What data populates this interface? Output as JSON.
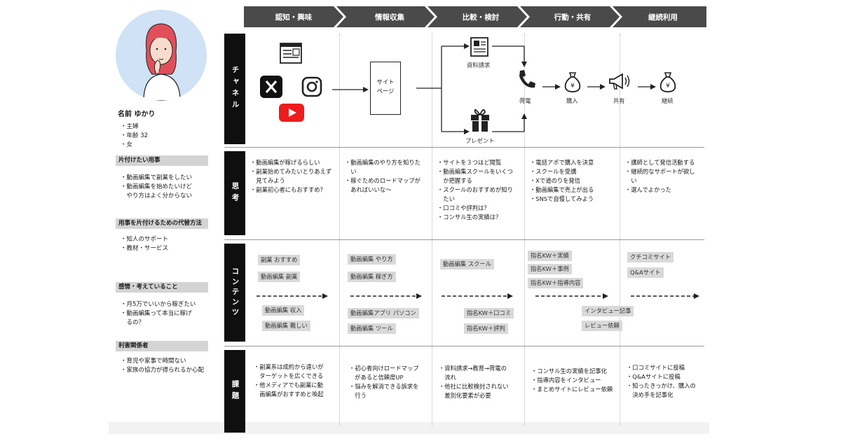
{
  "persona": {
    "name": "名前 ゆかり",
    "attributes": [
      "・主婦",
      "・年齢 32",
      "・女"
    ],
    "sections": [
      {
        "title": "片付けたい用事",
        "items": [
          "・動画編集で副業をしたい",
          "・動画編集を始めたいけど",
          "　やり方はよく分からない"
        ]
      },
      {
        "title": "用事を片付けるための代替方法",
        "items": [
          "・知人のサポート",
          "・教材・サービス"
        ]
      },
      {
        "title": "感情・考えていること",
        "items": [
          "・月5万でいいから稼ぎたい",
          "・動画編集って本当に稼げ",
          "　るの？"
        ]
      },
      {
        "title": "利害関係者",
        "items": [
          "・育児や家事で時間ない",
          "・家族の協力が得られるか心配"
        ]
      }
    ]
  },
  "stages": [
    "認知・興味",
    "情報収集",
    "比較・検討",
    "行動・共有",
    "継続利用"
  ],
  "rows": {
    "channel": "チャネル",
    "thinking": "思考",
    "content": "コンテンツ",
    "issues": "課題"
  },
  "channel": {
    "site_page": "サイト\nページ",
    "request_docs": "資料請求",
    "present": "プレゼント",
    "call": "荷電",
    "purchase": "購入",
    "share": "共有",
    "continue": "継続",
    "icons": [
      "ad-icon",
      "x-logo-icon",
      "instagram-icon",
      "youtube-icon",
      "document-icon",
      "gift-icon",
      "phone-icon",
      "money-bag-icon",
      "megaphone-icon",
      "money-bag-icon"
    ]
  },
  "thinking": [
    [
      "・動画編集が稼げるらしい",
      "・副業始めてみたいとりあえず",
      "　見てみよう",
      "・副業初心者にもおすすめ？"
    ],
    [
      "・動画編集のやり方を知りた",
      "　い",
      "・稼ぐためのロードマップが",
      "　あればいいな〜"
    ],
    [
      "・サイトを３つほど閲覧",
      "・動画編集スクールをいくつ",
      "　か把握する",
      "・スクールのおすすめが知り",
      "　たい",
      "・口コミや評判は？",
      "・コンサル生の実績は？"
    ],
    [
      "・電話アポで購入を決意",
      "・スクールを受講",
      "・Xで道のりを発信",
      "・動画編集で売上が出る",
      "・SNSで自慢してみよう"
    ],
    [
      "・講師として発信活動する",
      "・継続的なサポートが欲し",
      "　い",
      "・選んでよかった"
    ]
  ],
  "content": {
    "tags": [
      "副業 おすすめ",
      "動画編集 副業",
      "動画編集 収入",
      "動画編集 難しい",
      "動画編集 やり方",
      "動画編集 稼ぎ方",
      "動画編集アプリ パソコン",
      "動画編集 ツール",
      "動画編集 スクール",
      "指名KW＋口コミ",
      "指名KW＋評判",
      "指名KW＋実績",
      "指名KW＋事例",
      "指名KW＋指導内容",
      "インタビュー記事",
      "レビュー依頼",
      "クチコミサイト",
      "Q&Aサイト"
    ]
  },
  "issues": [
    [
      "・副業系は成約から遠いが",
      "　ターゲットを広くできる",
      "・他メディアでも副業に動",
      "　画編集がおすすめと喚起"
    ],
    [
      "・初心者向けロードマップ",
      "　があると信頼度UP",
      "・悩みを解消できる訴求を",
      "　行う"
    ],
    [
      "・資料請求→教育→荷電の",
      "　流れ",
      "・他社に比較検討されない",
      "　差別化要素が必要"
    ],
    [
      "・コンサル生の実績を記事化",
      "・指導内容をインタビュー",
      "・まとめサイトにレビュー依頼"
    ],
    [
      "・口コミサイトに投稿",
      "・Q&Aサイトに投稿",
      "・知ったきっかけ、購入の",
      "　決め手を記事化"
    ]
  ],
  "colors": {
    "stage_bg": "#4a4a4a",
    "row_label_bg": "#0f0f0f",
    "tag_bg": "#d9d9d9",
    "section_bg": "#d4d4d4",
    "youtube_red": "#ee1c1c"
  }
}
